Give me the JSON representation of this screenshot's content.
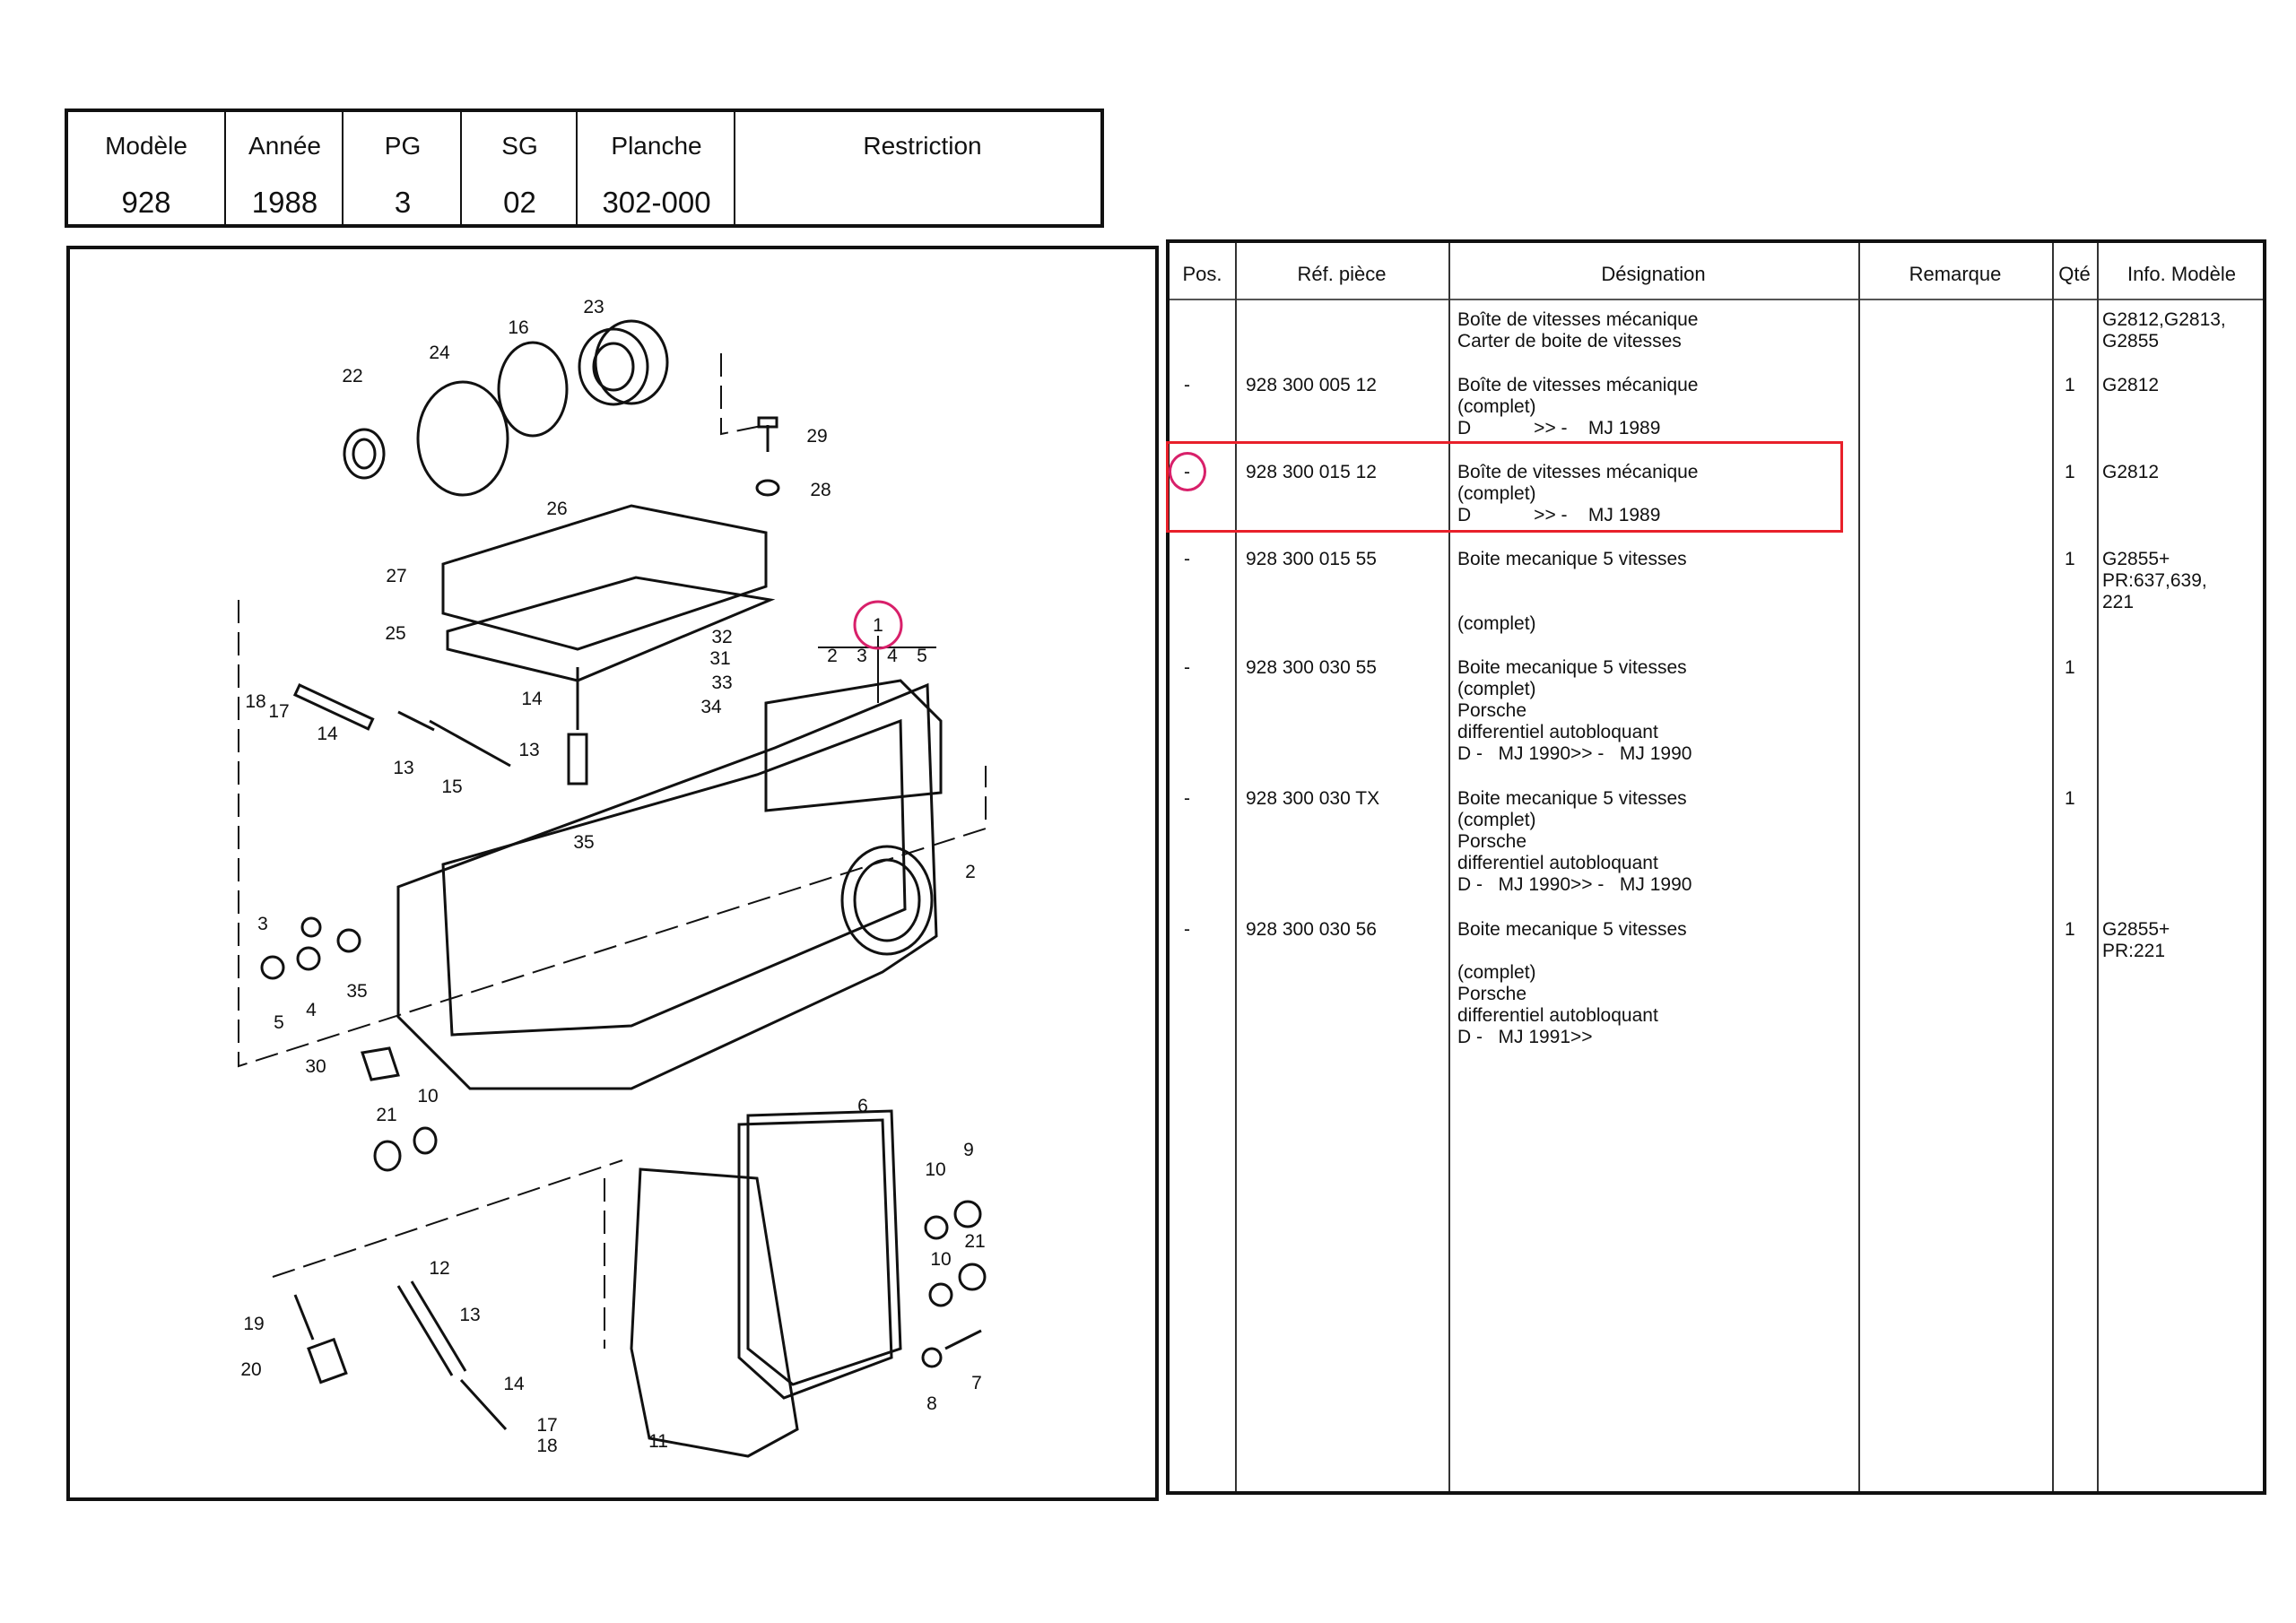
{
  "header": {
    "columns": [
      {
        "label": "Modèle",
        "value": "928"
      },
      {
        "label": "Année",
        "value": "1988"
      },
      {
        "label": "PG",
        "value": "3"
      },
      {
        "label": "SG",
        "value": "02"
      },
      {
        "label": "Planche",
        "value": "302-000"
      },
      {
        "label": "Restriction",
        "value": ""
      }
    ]
  },
  "parts_table": {
    "headers": [
      "Pos.",
      "Réf. pièce",
      "Désignation",
      "Remarque",
      "Qté",
      "Info. Modèle"
    ],
    "rows": [
      {
        "pos": "",
        "ref": "",
        "designation": "Boîte de vitesses mécanique\nCarter de boite de vitesses",
        "remarque": "",
        "qte": "",
        "info": "G2812,G2813,\nG2855"
      },
      {
        "pos": "-",
        "ref": "928 300 005 12",
        "designation": "Boîte de vitesses mécanique\n(complet)\nD            >> -    MJ 1989",
        "remarque": "",
        "qte": "1",
        "info": "G2812"
      },
      {
        "pos": "-",
        "ref": "928 300 015 12",
        "designation": "Boîte de vitesses mécanique\n(complet)\nD            >> -    MJ 1989",
        "remarque": "",
        "qte": "1",
        "info": "G2812"
      },
      {
        "pos": "-",
        "ref": "928 300 015 55",
        "designation": "Boite mecanique 5 vitesses\n\n\n(complet)",
        "remarque": "",
        "qte": "1",
        "info": "G2855+\nPR:637,639,\n221"
      },
      {
        "pos": "-",
        "ref": "928 300 030 55",
        "designation": "Boite mecanique 5 vitesses\n(complet)\nPorsche\ndifferentiel autobloquant\nD -   MJ 1990>> -   MJ 1990",
        "remarque": "",
        "qte": "1",
        "info": ""
      },
      {
        "pos": "-",
        "ref": "928 300 030 TX",
        "designation": "Boite mecanique 5 vitesses\n(complet)\nPorsche\ndifferentiel autobloquant\nD -   MJ 1990>> -   MJ 1990",
        "remarque": "",
        "qte": "1",
        "info": ""
      },
      {
        "pos": "-",
        "ref": "928 300 030 56",
        "designation": "Boite mecanique 5 vitesses\n\n(complet)\nPorsche\ndifferentiel autobloquant\nD -   MJ 1991>>",
        "remarque": "",
        "qte": "1",
        "info": "G2855+\nPR:221"
      }
    ],
    "highlighted_row": 2
  },
  "diagram": {
    "callouts": [
      "22",
      "24",
      "16",
      "23",
      "29",
      "28",
      "26",
      "27",
      "25",
      "32",
      "31",
      "33",
      "34",
      "1",
      "2",
      "3",
      "4",
      "5",
      "18",
      "17",
      "14",
      "14",
      "13",
      "15",
      "13",
      "35",
      "2",
      "3",
      "5",
      "4",
      "35",
      "30",
      "21",
      "10",
      "6",
      "9",
      "10",
      "21",
      "10",
      "12",
      "13",
      "19",
      "20",
      "14",
      "7",
      "8",
      "17",
      "18",
      "11"
    ]
  },
  "colors": {
    "highlight_box": "#e8202a",
    "annotation_circle": "#d8206a"
  }
}
